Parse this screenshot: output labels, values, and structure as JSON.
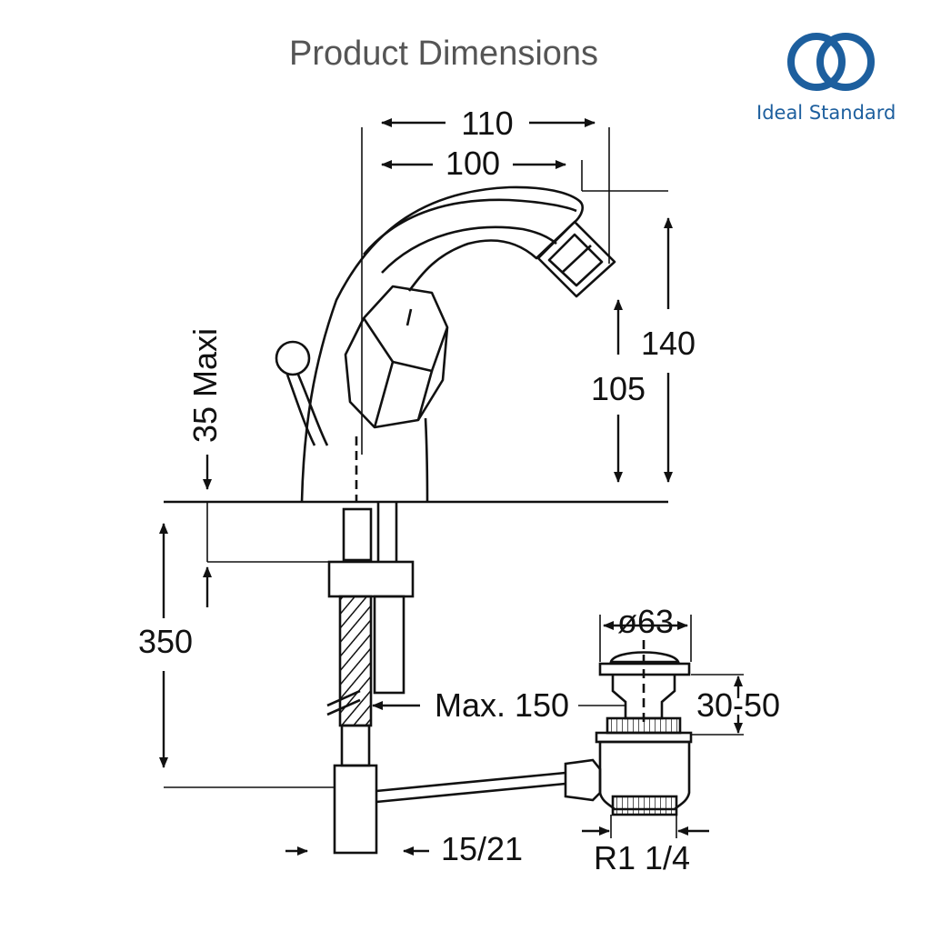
{
  "header": {
    "title": "Product Dimensions",
    "brand_name": "Ideal Standard",
    "brand_color": "#1d5f9e",
    "logo_icon": "interlocking-rings-logo"
  },
  "dimensions": {
    "spout_reach_outer": "110",
    "spout_reach_inner": "100",
    "outlet_height": "140",
    "body_height": "105",
    "deck_thickness": "35 Maxi",
    "supply_length": "350",
    "max_hose": "Max. 150",
    "waste_diameter": "ø63",
    "waste_range": "30-50",
    "inlet_thread": "15/21",
    "waste_thread": "R1 1/4"
  }
}
